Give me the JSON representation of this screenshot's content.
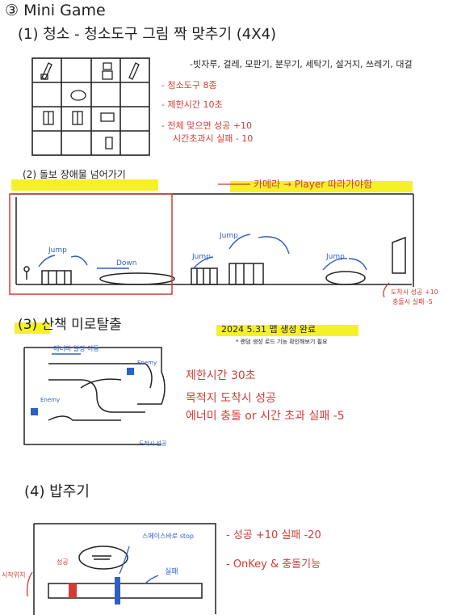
{
  "page_title": "③ Mini Game",
  "sections": [
    {
      "heading": "(1) 청소 - 청소도구 그림 짝 맞추기 (4X4)",
      "grid": "4x4",
      "note_tools": "-빗자루, 걸레, 모판기, 분무기, 세탁기, 설거지, 쓰레기, 대걸",
      "note_tool_count": "- 청소도구 8종",
      "note_time": "- 제한시간 10초",
      "note_success": "- 전체 맞으면 성공 +10",
      "note_fail": "시간초과시 실패 - 10"
    },
    {
      "heading": "(2) 돌보 장애물 넘어가기",
      "camera_note": "카메라 → Player 따라가야함",
      "jump_labels": [
        "Jump",
        "Jump",
        "Jump",
        "Jump"
      ],
      "down_label": "Down",
      "goal_note_1": "도착시 성공 +10",
      "goal_note_2": "충돌시 실패 -5"
    },
    {
      "heading": "(3) 산책 미로탈출",
      "date_note": "2024 5.31 맵 생성 완료",
      "date_subnote": "* 랜덤 생성 로드 기능 확인해보기 필요",
      "maze_label_enemy_move": "에너미 일정 이동",
      "maze_label_enemy": "Enemy",
      "maze_label_goal": "도착시 성공",
      "rule_time": "제한시간 30초",
      "rule_success": "목적지 도착시 성공",
      "rule_fail": "에너미 충돌 or 시간 초과 실패 -5"
    },
    {
      "heading": "(4) 밥주기",
      "label_stop": "스페이스바로 stop",
      "label_success": "성공",
      "label_failure": "실패",
      "label_reset": "시작위치",
      "rule_score": "- 성공 +10 실패 -20",
      "rule_key": "- OnKey & 충돌기능"
    }
  ],
  "colors": {
    "ink": "#222222",
    "red": "#d23c36",
    "blue": "#2f5fc4",
    "highlight": "#f6f02a"
  }
}
